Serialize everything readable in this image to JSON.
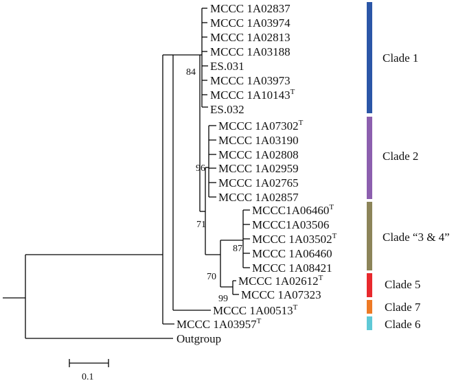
{
  "taxa": {
    "t1": "MCCC 1A02837",
    "t2": "MCCC 1A03974",
    "t3": "MCCC 1A02813",
    "t4": "MCCC 1A03188",
    "t5": "ES.031",
    "t6": "MCCC 1A03973",
    "t7": "MCCC 1A10143",
    "t8": "ES.032",
    "t9": "MCCC 1A07302",
    "t10": "MCCC 1A03190",
    "t11": "MCCC 1A02808",
    "t12": "MCCC 1A02959",
    "t13": "MCCC 1A02765",
    "t14": "MCCC 1A02857",
    "t15": "MCCC1A06460",
    "t16": "MCCC1A03506",
    "t17": "MCCC 1A03502",
    "t18": "MCCC 1A06460",
    "t19": "MCCC 1A08421",
    "t20": "MCCC 1A02612",
    "t21": "MCCC 1A07323",
    "t22": "MCCC 1A00513",
    "t23": "MCCC 1A03957",
    "t24": "Outgroup"
  },
  "type_strain_mark": "T",
  "bootstrap": {
    "b84": "84",
    "b96": "96",
    "b71": "71",
    "b87": "87",
    "b70": "70",
    "b99": "99"
  },
  "clades": {
    "c1": {
      "label": "Clade 1",
      "color": "#2b56a7"
    },
    "c2": {
      "label": "Clade 2",
      "color": "#8c5fae"
    },
    "c34": {
      "label": "Clade “3 & 4”",
      "color": "#8c8459"
    },
    "c5": {
      "label": "Clade 5",
      "color": "#e8292d"
    },
    "c7": {
      "label": "Clade 7",
      "color": "#ee7a25"
    },
    "c6": {
      "label": "Clade 6",
      "color": "#5fc9d6"
    }
  },
  "scale_bar": {
    "label": "0.1"
  }
}
